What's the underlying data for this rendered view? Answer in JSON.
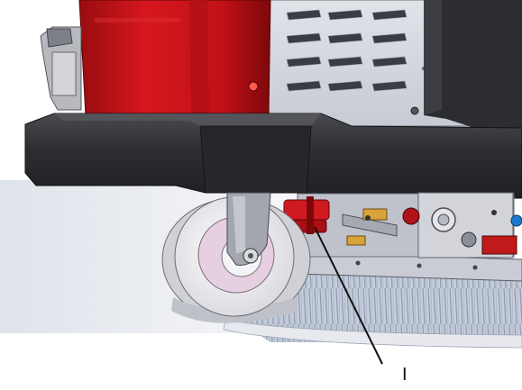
{
  "figure": {
    "callout_label": "I",
    "colors": {
      "housing_red": "#c8141b",
      "bumper_dark": "#2f3033",
      "panel_grey": "#d4d7de",
      "wheel_white": "#ececf0",
      "wheel_pink": "#e6cfe0",
      "brush_bristles": "#b9c2d1",
      "leader_line": "#111111"
    },
    "parts": [
      "red-housing",
      "louvered-panel",
      "front-bumper",
      "caster-wheel",
      "side-brush",
      "brush-actuator"
    ]
  }
}
